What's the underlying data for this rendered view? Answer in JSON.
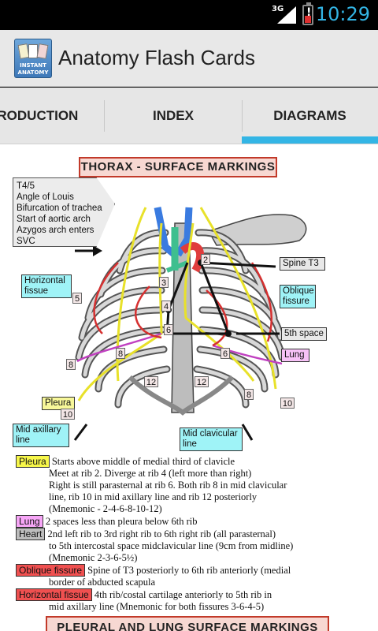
{
  "status": {
    "network": "3G",
    "time": "10:29"
  },
  "app": {
    "title": "Anatomy Flash Cards",
    "icon_text_line1": "INSTANT",
    "icon_text_line2": "ANATOMY"
  },
  "tabs": [
    {
      "label": "INTRODUCTION",
      "visible_label": "TRODUCTION",
      "selected": false
    },
    {
      "label": "INDEX",
      "selected": false
    },
    {
      "label": "DIAGRAMS",
      "selected": true
    }
  ],
  "accent_color": "#33b5e5",
  "diagram": {
    "heading": "THORAX - SURFACE MARKINGS",
    "note_lines": [
      "T4/5",
      "Angle of Louis",
      "Bifurcation of trachea",
      "Start of aortic arch",
      "Azygos arch enters",
      "SVC"
    ],
    "labels": {
      "horizontal_fissue": [
        "Horizontal",
        "fissue"
      ],
      "spine_t3": "Spine T3",
      "oblique_fissure": [
        "Oblique",
        "fissure"
      ],
      "fifth_space": "5th space",
      "lung": "Lung",
      "pleura": "Pleura",
      "mid_axillary": [
        "Mid axillary",
        "line"
      ],
      "mid_clavicular": [
        "Mid clavicular",
        "line"
      ]
    },
    "numbers": {
      "n2": "2",
      "n3": "3",
      "n4": "4",
      "n5": "5",
      "n6a": "6",
      "n6b": "6",
      "n8a": "8",
      "n8b": "8",
      "n8c": "8",
      "n10a": "10",
      "n10b": "10",
      "n12a": "12",
      "n12b": "12"
    }
  },
  "legend": {
    "pleura": {
      "tag": "Pleura",
      "line1": "Starts above middle of medial third of clavicle",
      "line2": "Meet at rib 2. Diverge at rib 4 (left more than right)",
      "line3": "Right is still parasternal at rib 6. Both rib 8 in mid clavicular",
      "line4": "line, rib 10 in mid axillary line and rib 12 posteriorly",
      "line5": "(Mnemonic - 2-4-6-8-10-12)"
    },
    "lung": {
      "tag": "Lung",
      "line1": "2 spaces less than pleura below 6th rib"
    },
    "heart": {
      "tag": "Heart",
      "line1": "2nd left rib to 3rd right rib to 6th right rib (all parasternal)",
      "line2": "to 5th intercostal space midclavicular line (9cm from midline)",
      "line3": "(Mnemonic 2-3-6-5½)"
    },
    "oblique": {
      "tag": "Oblique fissure",
      "line1": "Spine of T3 posteriorly to 6th rib anteriorly (medial",
      "line2": "border of abducted scapula"
    },
    "horizontal": {
      "tag": "Horizontal fissue",
      "line1": "4th rib/costal cartilage anteriorly to 5th rib in",
      "line2": "mid axillary line (Mnemonic for both fissures 3-6-4-5)"
    }
  },
  "next_heading": "PLEURAL AND LUNG SURFACE MARKINGS"
}
